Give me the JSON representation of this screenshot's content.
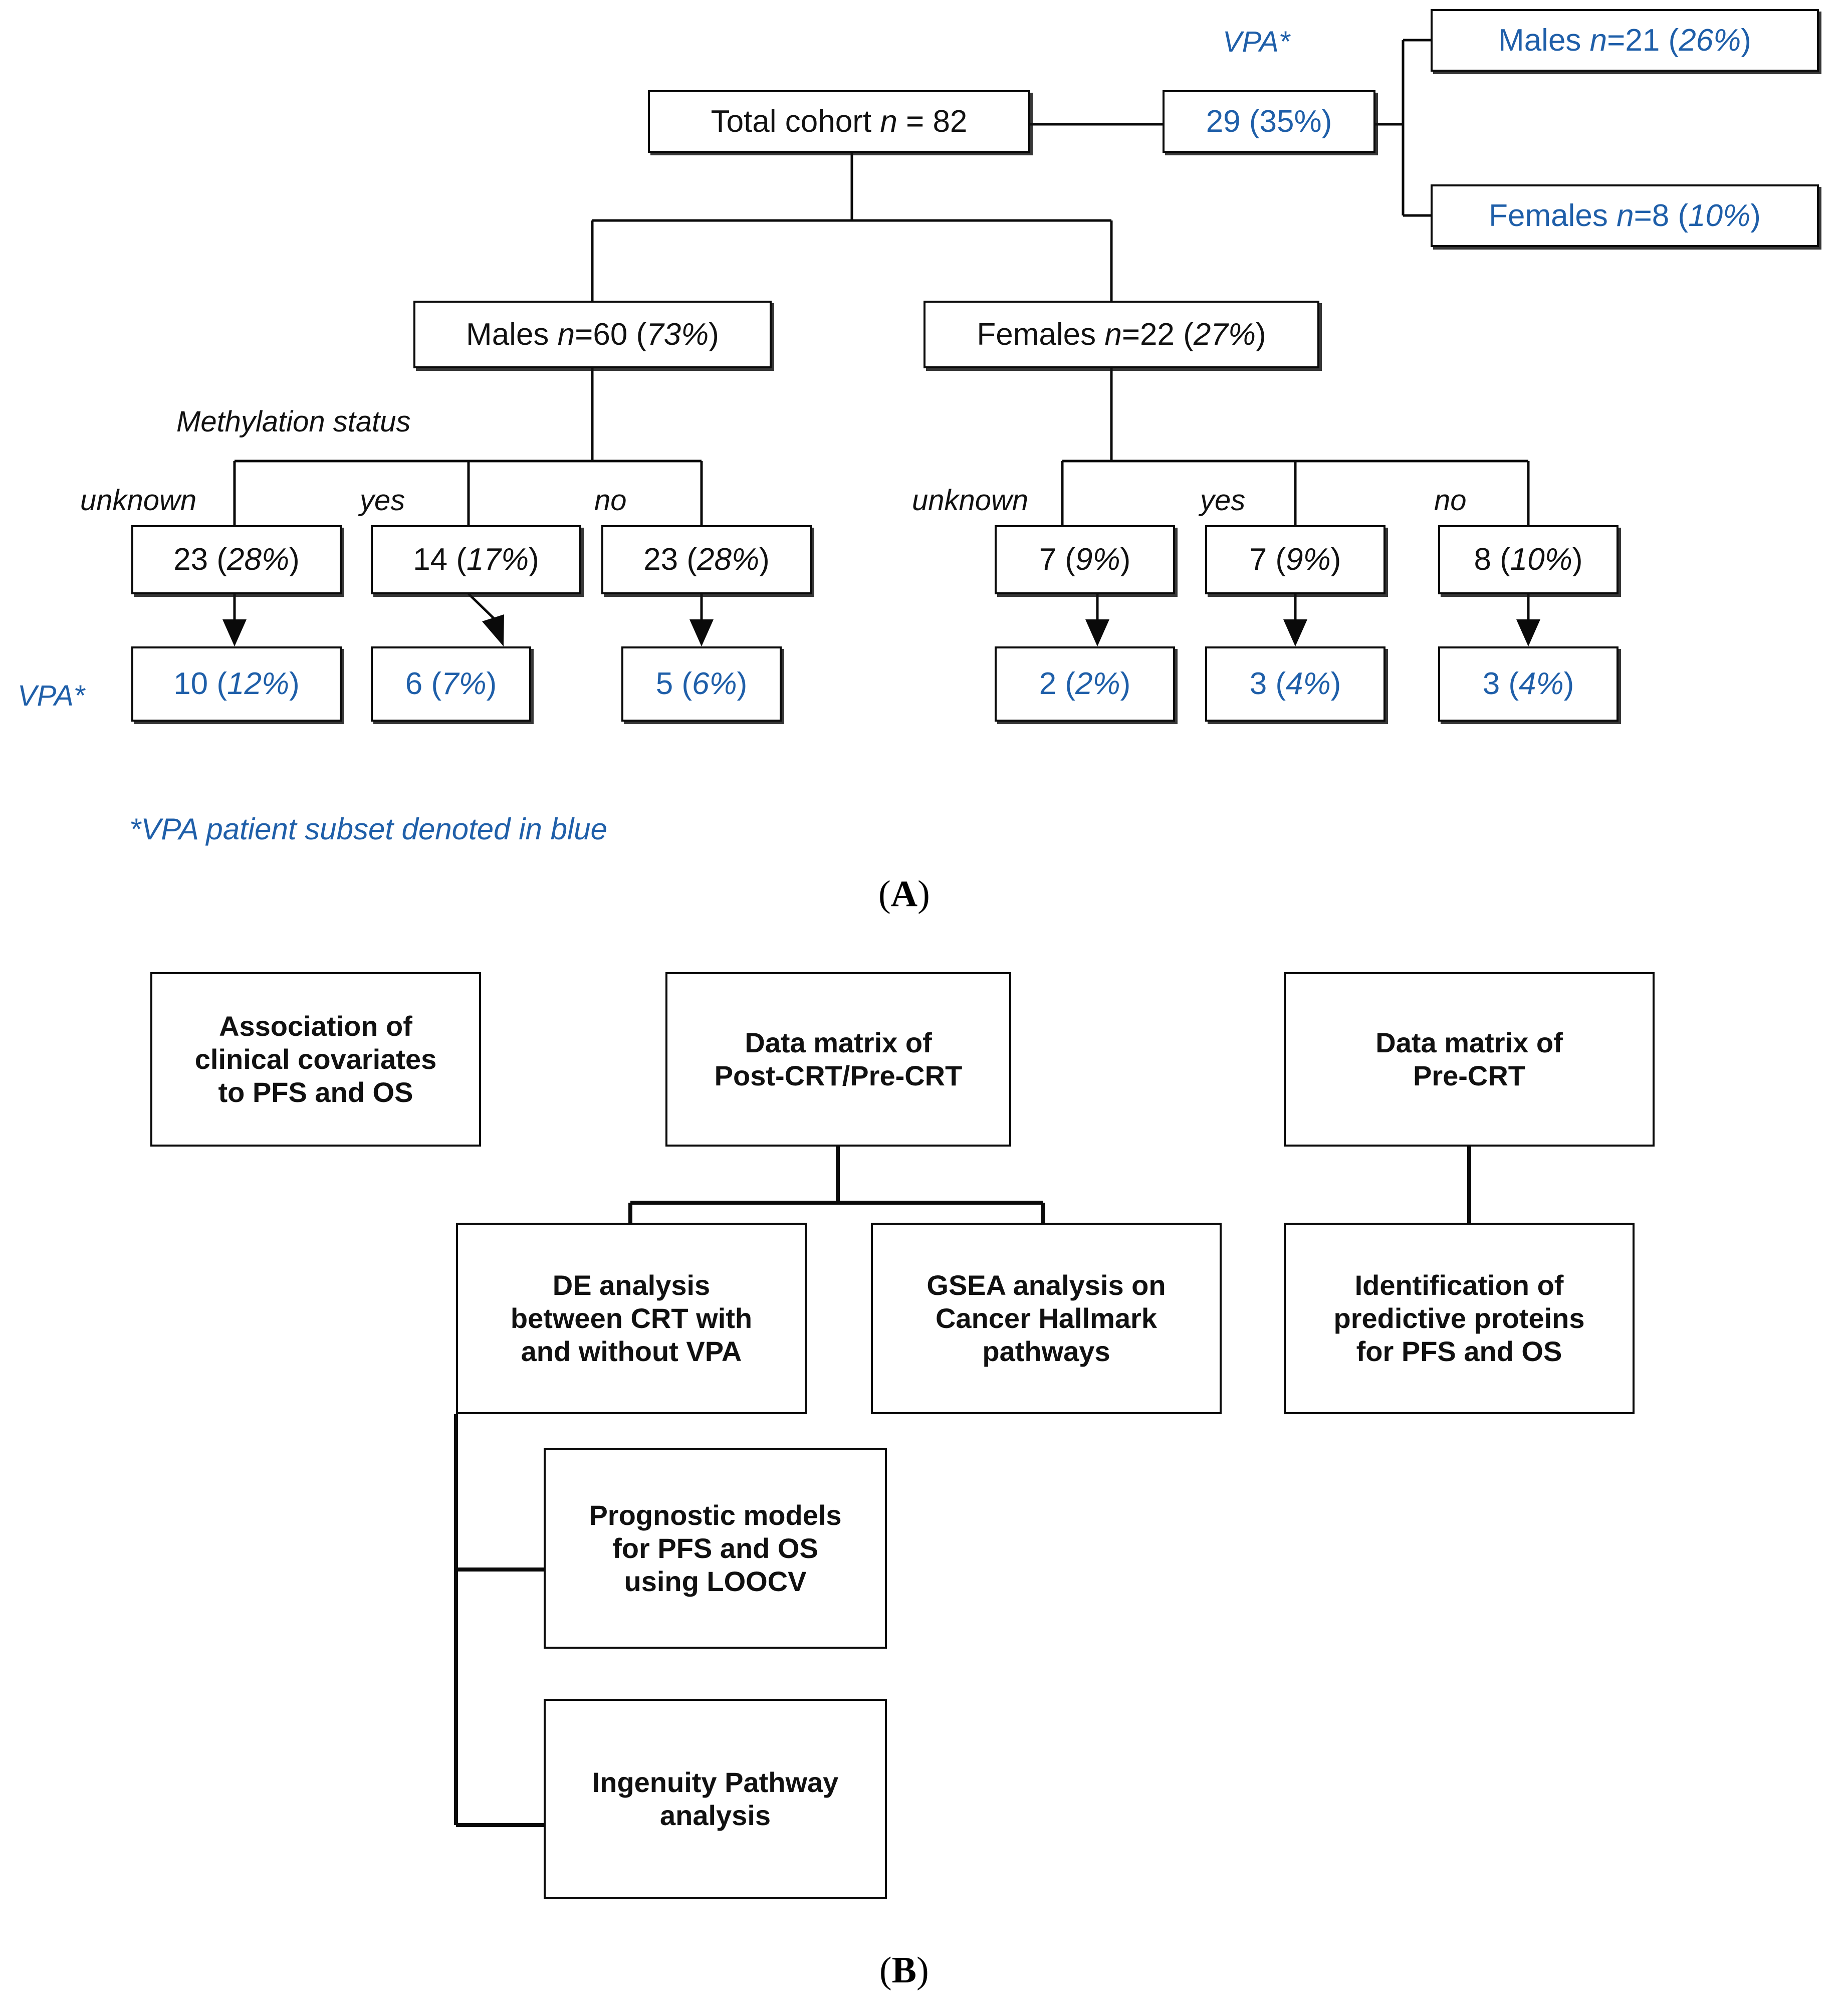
{
  "panel_a": {
    "label": "(A)",
    "root": {
      "text": "Total cohort n = 82"
    },
    "vpa_top_label": "VPA*",
    "vpa_total": {
      "text": "29 (35%)"
    },
    "vpa_sex": [
      {
        "text": "Males n=21 (26%)"
      },
      {
        "text": "Females n=8 (10%)"
      }
    ],
    "sex": [
      {
        "text": "Males n=60 (73%)"
      },
      {
        "text": "Females n=22 (27%)"
      }
    ],
    "methylation_label": "Methylation status",
    "methylation_options": [
      "unknown",
      "yes",
      "no"
    ],
    "vpa_row_label": "VPA*",
    "males_counts": [
      {
        "status": "unknown",
        "count": "23 (28%)",
        "vpa": "10 (12%)"
      },
      {
        "status": "yes",
        "count": "14 (17%)",
        "vpa": "6 (7%)"
      },
      {
        "status": "no",
        "count": "23 (28%)",
        "vpa": "5 (6%)"
      }
    ],
    "females_counts": [
      {
        "status": "unknown",
        "count": "7 (9%)",
        "vpa": "2 (2%)"
      },
      {
        "status": "yes",
        "count": "7 (9%)",
        "vpa": "3 (4%)"
      },
      {
        "status": "no",
        "count": "8 (10%)",
        "vpa": "3 (4%)"
      }
    ],
    "footnote": "*VPA patient subset denoted in blue",
    "blue_color": "#1F5FA9",
    "line_color": "#0a0a0a"
  },
  "panel_b": {
    "label": "(B)",
    "boxes": {
      "clinical_covariates": "Association of clinical covariates to PFS and OS",
      "clinical_covariates_lines": [
        "Association of",
        "clinical covariates",
        "to PFS and OS"
      ],
      "data_matrix_post_pre": "Data matrix of Post-CRT/Pre-CRT",
      "data_matrix_post_pre_lines": [
        "Data matrix of",
        "Post-CRT/Pre-CRT"
      ],
      "data_matrix_pre": "Data matrix of Pre-CRT",
      "data_matrix_pre_lines": [
        "Data matrix of",
        "Pre-CRT"
      ],
      "de_analysis": "DE analysis between CRT with and without VPA",
      "de_analysis_lines": [
        "DE analysis",
        "between CRT with",
        "and without VPA"
      ],
      "gsea": "GSEA analysis on Cancer Hallmark pathways",
      "gsea_lines": [
        "GSEA analysis on",
        "Cancer Hallmark",
        "pathways"
      ],
      "identification": "Identification of predictive proteins for PFS and OS",
      "identification_lines": [
        "Identification of",
        "predictive proteins",
        "for PFS and OS"
      ],
      "prognostic": "Prognostic models for PFS and OS using LOOCV",
      "prognostic_lines": [
        "Prognostic models",
        "for PFS and OS",
        "using LOOCV"
      ],
      "ingenuity": "Ingenuity Pathway analysis",
      "ingenuity_lines": [
        "Ingenuity Pathway",
        "analysis"
      ]
    }
  }
}
